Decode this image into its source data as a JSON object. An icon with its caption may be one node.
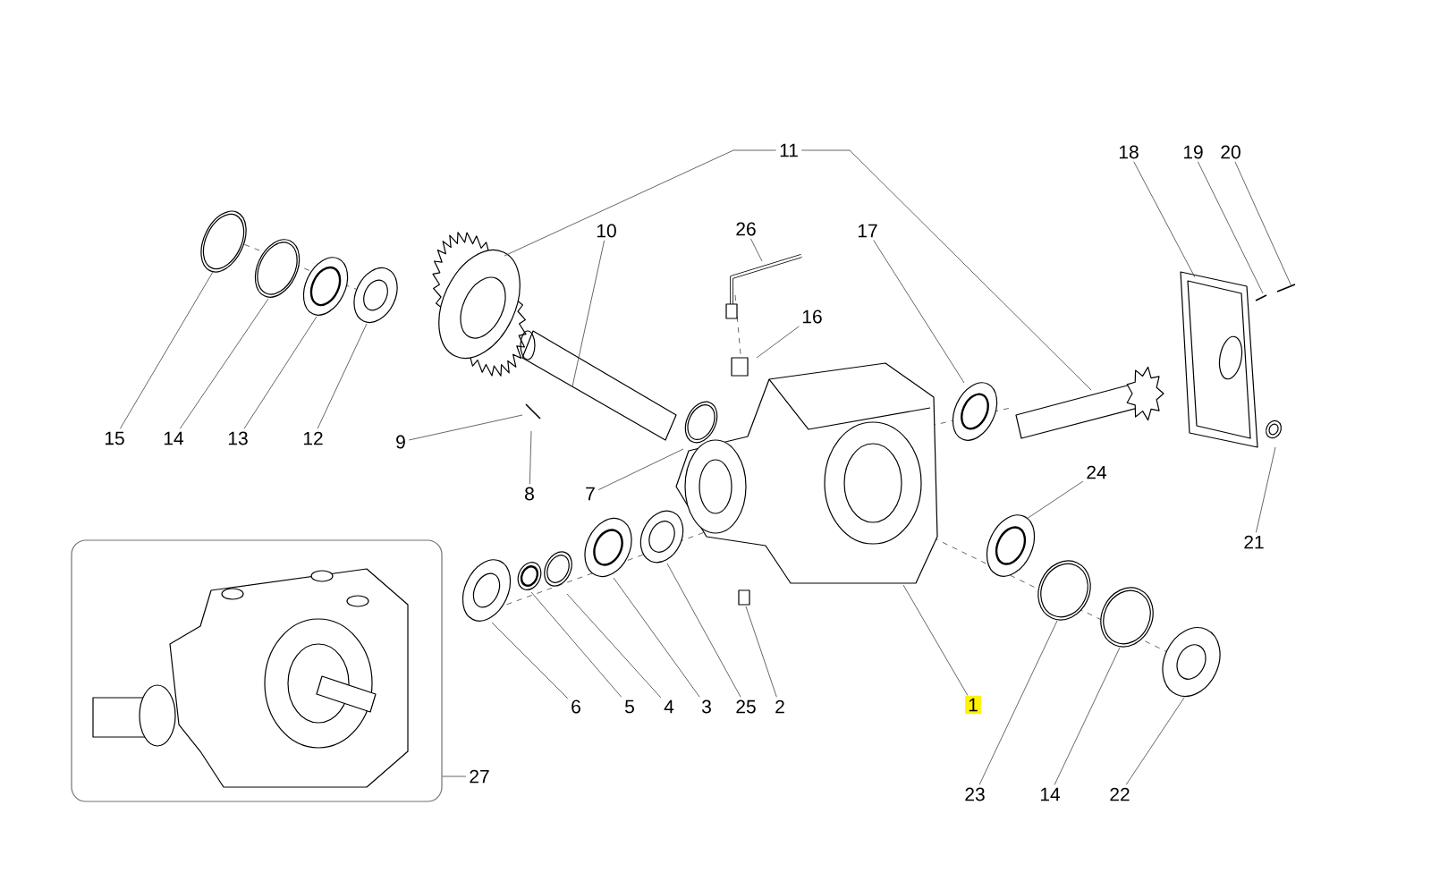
{
  "diagram": {
    "nodes": [
      {
        "text": [
          "11"
        ]
      },
      {
        "text": [
          "18"
        ]
      },
      {
        "text": [
          "19"
        ]
      },
      {
        "text": [
          "20"
        ]
      },
      {
        "text": [
          "10"
        ]
      },
      {
        "text": [
          "26"
        ]
      },
      {
        "text": [
          "17"
        ]
      },
      {
        "text": [
          "16"
        ]
      },
      {
        "text": [
          "15"
        ]
      },
      {
        "text": [
          "14"
        ]
      },
      {
        "text": [
          "13"
        ]
      },
      {
        "text": [
          "12"
        ]
      },
      {
        "text": [
          "9"
        ]
      },
      {
        "text": [
          "24"
        ]
      },
      {
        "text": [
          "8"
        ]
      },
      {
        "text": [
          "7"
        ]
      },
      {
        "text": [
          "21"
        ]
      },
      {
        "text": [],
        "shape": "picture"
      },
      {
        "text": [
          "1"
        ]
      },
      {
        "text": [
          "6"
        ]
      },
      {
        "text": [
          "5"
        ]
      },
      {
        "text": [
          "4"
        ]
      },
      {
        "text": [
          "3"
        ]
      },
      {
        "text": [
          "25"
        ]
      },
      {
        "text": [
          "2"
        ]
      },
      {
        "text": [
          "27"
        ]
      },
      {
        "text": [
          "23"
        ]
      },
      {
        "text": [
          "14"
        ]
      },
      {
        "text": [
          "22"
        ]
      }
    ],
    "edges": [
      {
        "from": 0,
        "to": null,
        "arrow": "none"
      },
      {
        "from": 0,
        "to": null,
        "arrow": "none"
      },
      {
        "from": 1,
        "to": null,
        "arrow": "none"
      },
      {
        "from": 2,
        "to": null,
        "arrow": "none"
      },
      {
        "from": 3,
        "to": null,
        "arrow": "none"
      },
      {
        "from": 4,
        "to": null,
        "arrow": "none"
      },
      {
        "from": 5,
        "to": null,
        "arrow": "none"
      },
      {
        "from": 6,
        "to": null,
        "arrow": "none"
      },
      {
        "from": 7,
        "to": null,
        "arrow": "none"
      },
      {
        "from": 8,
        "to": null,
        "arrow": "none"
      },
      {
        "from": 9,
        "to": null,
        "arrow": "none"
      },
      {
        "from": 10,
        "to": null,
        "arrow": "none"
      },
      {
        "from": 11,
        "to": null,
        "arrow": "none"
      },
      {
        "from": 12,
        "to": null,
        "arrow": "none"
      },
      {
        "from": 13,
        "to": null,
        "arrow": "none"
      },
      {
        "from": 14,
        "to": null,
        "arrow": "none"
      },
      {
        "from": 15,
        "to": null,
        "arrow": "none"
      },
      {
        "from": 16,
        "to": null,
        "arrow": "none"
      },
      {
        "from": 18,
        "to": null,
        "arrow": "none"
      },
      {
        "from": 19,
        "to": null,
        "arrow": "none"
      },
      {
        "from": 20,
        "to": null,
        "arrow": "none"
      },
      {
        "from": 21,
        "to": null,
        "arrow": "none"
      },
      {
        "from": 22,
        "to": null,
        "arrow": "none"
      },
      {
        "from": 23,
        "to": null,
        "arrow": "none"
      },
      {
        "from": 24,
        "to": null,
        "arrow": "none"
      },
      {
        "from": 25,
        "to": 17,
        "arrow": "none"
      },
      {
        "from": 26,
        "to": null,
        "arrow": "none"
      },
      {
        "from": 27,
        "to": null,
        "arrow": "none"
      },
      {
        "from": 28,
        "to": null,
        "arrow": "none"
      }
    ]
  }
}
